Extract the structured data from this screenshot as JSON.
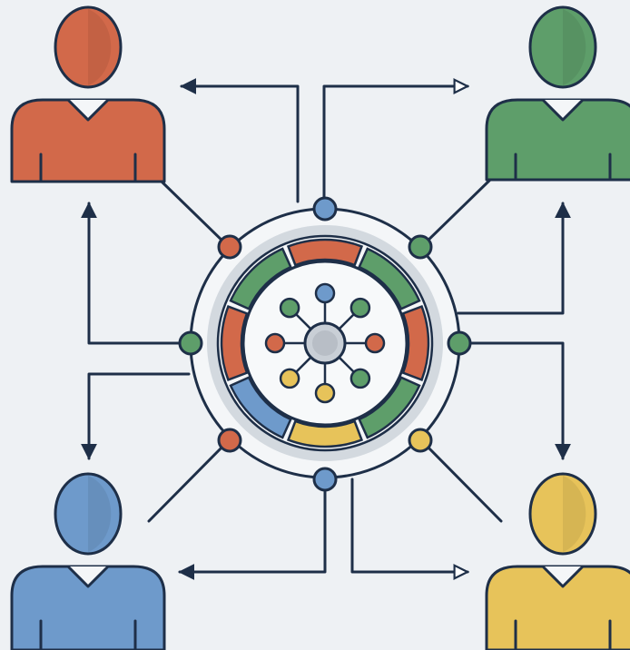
{
  "diagram": {
    "type": "hub-and-spoke network",
    "colors": {
      "background": "#eef1f4",
      "line": "#1e2f48",
      "red": "#d2694a",
      "green": "#5e9e6a",
      "blue": "#6e9acb",
      "yellow": "#e7c35a",
      "hub_gray": "#c9cfd6"
    },
    "people": [
      {
        "name": "person-top-left",
        "color": "red"
      },
      {
        "name": "person-top-right",
        "color": "green"
      },
      {
        "name": "person-bottom-left",
        "color": "blue"
      },
      {
        "name": "person-bottom-right",
        "color": "yellow"
      }
    ],
    "hub_ring_segments": [
      "red",
      "green",
      "red",
      "green",
      "yellow",
      "blue",
      "red",
      "green"
    ],
    "inner_node_colors": [
      "blue",
      "green",
      "red",
      "green",
      "yellow",
      "yellow",
      "red",
      "green"
    ]
  }
}
